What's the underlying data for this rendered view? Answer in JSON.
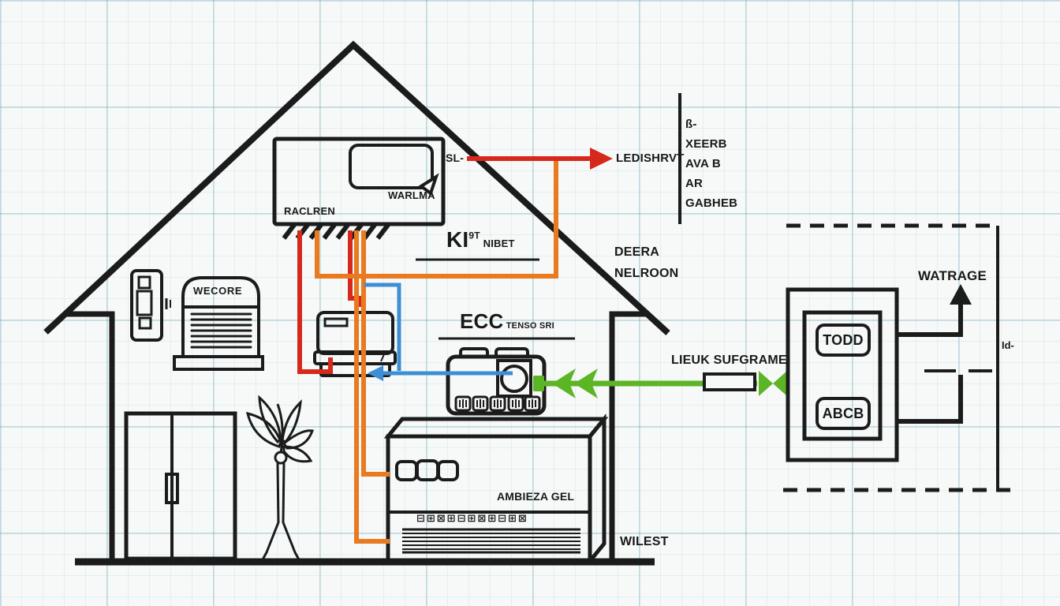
{
  "palette": {
    "ink": "#1b1b1b",
    "red": "#d7281c",
    "orange": "#e97a1f",
    "blue": "#3e8ed6",
    "green": "#5cb525",
    "paper": "#f7f9f8"
  },
  "labels": {
    "thermostat": {
      "bubble": "WARLMA",
      "unit": "RACLREN"
    },
    "sl": "SL-",
    "ledishrvt": "LEDISHRVT",
    "kit": {
      "big": "KI",
      "sup": "9T",
      "small": "NIBET"
    },
    "deera": {
      "line1": "DEERA",
      "line2": "NELROON"
    },
    "side_list": [
      "ß-",
      "XEERB",
      "AVA B",
      "AR",
      "GABHEB"
    ],
    "heater": "WECORE",
    "ecc": {
      "big": "ECC",
      "small": "TENSO SRI"
    },
    "lieuk": "LIEUK SUFGRAME",
    "watrage": "WATRAGE",
    "todd": "TODD",
    "abcb": "ABCB",
    "id_mark": "Id-",
    "battery": {
      "name": "AMBIEZA GEL",
      "glyphs": "⊟⊞⊠⊞⊟⊞⊠⊞⊟⊞⊠"
    },
    "wilest": "WILEST"
  }
}
